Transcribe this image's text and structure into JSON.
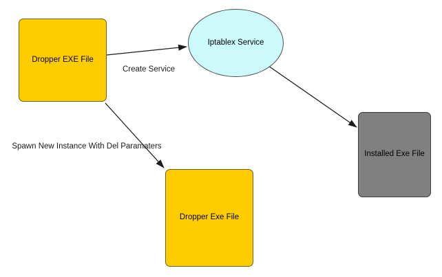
{
  "diagram": {
    "background": "#ffffff",
    "edge_color": "#1c1c1c",
    "nodes": [
      {
        "id": "dropper-exe-file-top",
        "shape": "rounded-rect",
        "label": "Dropper EXE File",
        "fill": "#ffcc00",
        "border": "#6a611f",
        "text_color": "#000000"
      },
      {
        "id": "iptablex-service",
        "shape": "ellipse",
        "label": "Iptablex Service",
        "fill": "#ccfafa",
        "border": "#4d4d4d",
        "text_color": "#000000"
      },
      {
        "id": "installed-exe-file",
        "shape": "rounded-rect",
        "label": "Installed Exe File",
        "fill": "#808080",
        "border": "#3d3d3d",
        "text_color": "#000000"
      },
      {
        "id": "dropper-exe-file-bottom",
        "shape": "rounded-rect",
        "label": "Dropper Exe File",
        "fill": "#ffcc00",
        "border": "#6a611f",
        "text_color": "#000000"
      }
    ],
    "edges": [
      {
        "from": "dropper-exe-file-top",
        "to": "iptablex-service",
        "label": "Create Service"
      },
      {
        "from": "iptablex-service",
        "to": "installed-exe-file",
        "label": ""
      },
      {
        "from": "dropper-exe-file-top",
        "to": "dropper-exe-file-bottom",
        "label": "Spawn New Instance With Del Paramaters"
      }
    ]
  }
}
